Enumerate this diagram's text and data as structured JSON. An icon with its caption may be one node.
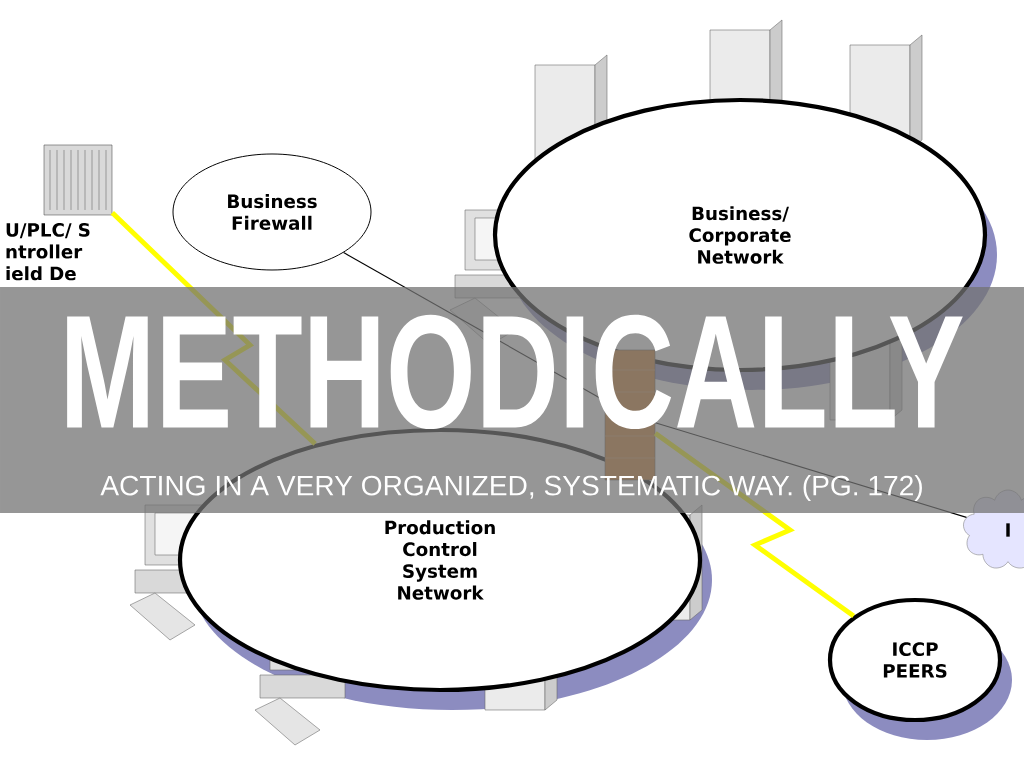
{
  "diagram": {
    "title": "METHODICALLY",
    "caption": "ACTING IN A VERY ORGANIZED, SYSTEMATIC WAY. (PG. 172)",
    "nodes": [
      {
        "text": [
          "Business/ Corporate Network"
        ]
      },
      {
        "text": [
          "Production Control System Network"
        ]
      },
      {
        "text": [
          "Business Firewall"
        ]
      },
      {
        "text": [
          "ICCP PEERS"
        ]
      },
      {
        "text": [
          "I"
        ]
      },
      {
        "text": [],
        "shape": "picture"
      },
      {
        "text": [],
        "shape": "picture",
        "beside": [
          "U/PLC/ S ntroller ield De"
        ]
      }
    ],
    "edges": [
      {
        "from": 2,
        "to": 5,
        "arrow": "none"
      },
      {
        "from": 5,
        "to": 4,
        "arrow": "none"
      },
      {
        "from": 5,
        "to": 3,
        "arrow": "none",
        "style": "thick",
        "color": "#ffff00"
      },
      {
        "from": 6,
        "to": 1,
        "arrow": "none",
        "style": "thick",
        "color": "#ffff00"
      }
    ]
  }
}
